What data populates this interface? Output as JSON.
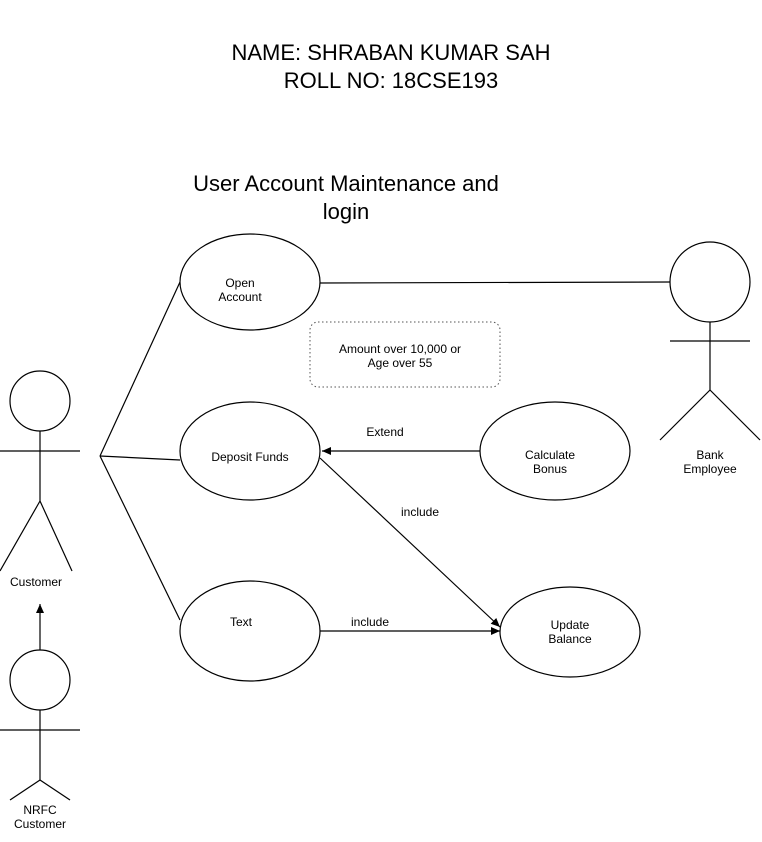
{
  "header": {
    "name_line": "NAME: SHRABAN KUMAR SAH",
    "roll_line": "ROLL NO: 18CSE193"
  },
  "diagram": {
    "title_lines": [
      "User Account Maintenance and",
      "login"
    ],
    "actors": {
      "customer": [
        "Customer"
      ],
      "bank_employee": [
        "Bank",
        "Employee"
      ],
      "nrfc_customer": [
        "NRFC",
        "Customer"
      ]
    },
    "use_cases": {
      "open_account": [
        "Open",
        "Account"
      ],
      "deposit_funds": [
        "Deposit Funds"
      ],
      "text": [
        "Text"
      ],
      "calculate_bonus": [
        "Calculate",
        "Bonus"
      ],
      "update_balance": [
        "Update",
        "Balance"
      ]
    },
    "note": [
      "Amount over 10,000 or",
      "Age over 55"
    ],
    "relationships": {
      "extend": "Extend",
      "include_deposit_update": "include",
      "include_text_update": "include"
    }
  }
}
